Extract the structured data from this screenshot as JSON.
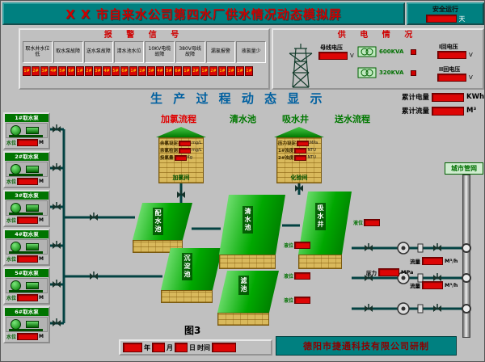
{
  "colors": {
    "titlebar_bg": "#008080",
    "title_text": "#cc0000",
    "display_bg": "#dd0505",
    "display_text": "#ffe100",
    "tank_top_green": "#00a800",
    "brick_yellow": "#d9b95c",
    "pipe": "#034242"
  },
  "titlebar": {
    "title": "X X 市自来水公司第四水厂供水情况动态模拟屏",
    "safety": {
      "label": "安全运行",
      "value": "",
      "unit": "天"
    }
  },
  "alarm_panel": {
    "title": "报 警 信 号",
    "group_labels": [
      "取水井水位低",
      "取水泵故障",
      "送水泵故障",
      "清水池水位",
      "10KV电缆故障",
      "380V母线故障",
      "漏氯报警",
      "液氯量少"
    ],
    "indicators": [
      "1#",
      "2#",
      "3#",
      "4#",
      "5#",
      "6#",
      "1#",
      "2#",
      "3#",
      "4#",
      "5#",
      "6#",
      "1#",
      "2#",
      "3#",
      "4#",
      "5#",
      "6#",
      "1#",
      "2#",
      "1#",
      "2#",
      "1#",
      "2#",
      "1#",
      "1#"
    ]
  },
  "power_panel": {
    "title": "供 电 情 况",
    "bus_voltage": {
      "label": "母线电压",
      "value": "",
      "unit": "V"
    },
    "transformer1": "600KVA",
    "transformer2": "320KVA",
    "circuit1": {
      "label": "I回电压",
      "value": "",
      "unit": "V"
    },
    "circuit2": {
      "label": "II回电压",
      "value": "",
      "unit": "V"
    }
  },
  "totals": {
    "energy": {
      "label": "累计电量",
      "value": "",
      "unit": "KWh"
    },
    "flow": {
      "label": "累计流量",
      "value": "",
      "unit": "M³"
    }
  },
  "process": {
    "title": "生 产 过 程 动 态 显 示",
    "flow_labels": [
      "加氯流程",
      "清水池",
      "吸水井",
      "送水流程"
    ]
  },
  "pumps": [
    {
      "name": "1#取水泵",
      "level_label": "水位",
      "value": "",
      "unit": "M"
    },
    {
      "name": "2#取水泵",
      "level_label": "水位",
      "value": "",
      "unit": "M"
    },
    {
      "name": "3#取水泵",
      "level_label": "水位",
      "value": "",
      "unit": "M"
    },
    {
      "name": "4#取水泵",
      "level_label": "水位",
      "value": "",
      "unit": "M"
    },
    {
      "name": "5#取水泵",
      "level_label": "水位",
      "value": "",
      "unit": "M"
    },
    {
      "name": "6#取水泵",
      "level_label": "水位",
      "value": "",
      "unit": "M"
    }
  ],
  "houses": [
    {
      "caption": "加氯间",
      "rows": [
        {
          "label": "余氯设定",
          "value": "",
          "unit": "mg/L"
        },
        {
          "label": "余氯检测",
          "value": "",
          "unit": "mg/L"
        },
        {
          "label": "投氯量",
          "value": "",
          "unit": "Kg"
        }
      ]
    },
    {
      "caption": "化验间",
      "rows": [
        {
          "label": "压力设定",
          "value": "",
          "unit": "MPa"
        },
        {
          "label": "1#浊度",
          "value": "",
          "unit": "NTU"
        },
        {
          "label": "2#浊度",
          "value": "",
          "unit": "NTU"
        }
      ]
    }
  ],
  "tanks": [
    {
      "name": "配水池"
    },
    {
      "name": "沉淀池"
    },
    {
      "name": "清水池"
    },
    {
      "name": "吸水井"
    },
    {
      "name": "滤池"
    }
  ],
  "levels": [
    {
      "label": "液位",
      "value": ""
    },
    {
      "label": "液位",
      "value": ""
    },
    {
      "label": "液位",
      "value": ""
    },
    {
      "label": "液位",
      "value": ""
    }
  ],
  "delivery": {
    "flow1": {
      "label": "流量",
      "value": "",
      "unit": "M³/h"
    },
    "pressure": {
      "label": "压力",
      "value": "",
      "unit": "MPa"
    },
    "flow2": {
      "label": "流量",
      "value": "",
      "unit": "M³/h"
    },
    "network": "城市管网"
  },
  "footer": {
    "figure": "图3",
    "datetime": {
      "year": "",
      "year_label": "年",
      "month": "",
      "month_label": "月",
      "day": "",
      "day_label": "日",
      "time_label": "时间",
      "time": ""
    },
    "credit": "德阳市捷通科技有限公司研制"
  }
}
